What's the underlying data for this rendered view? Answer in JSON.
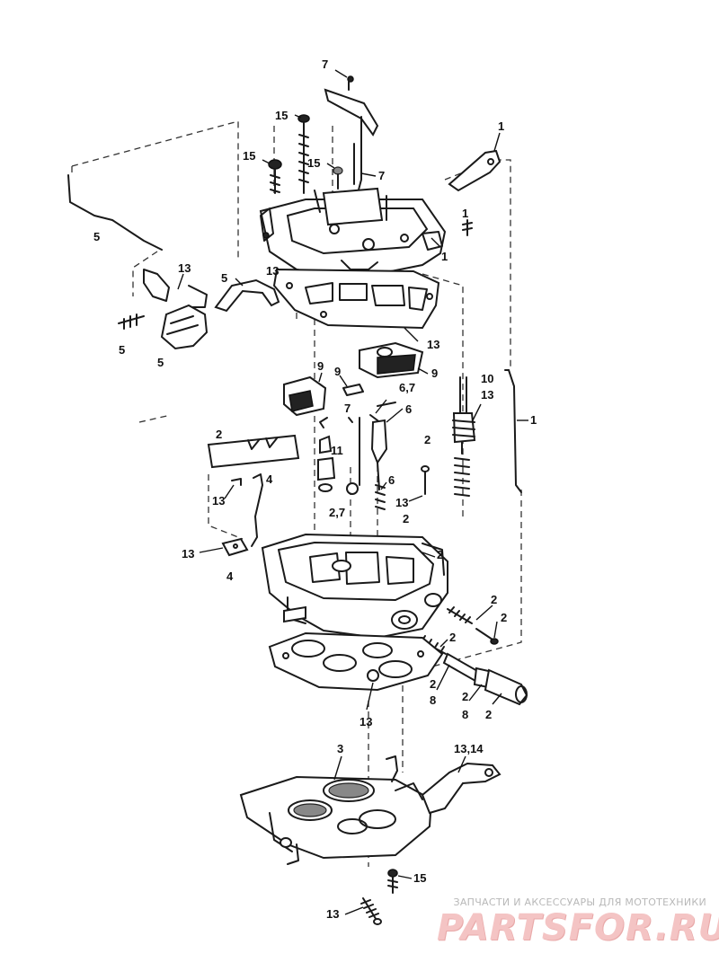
{
  "diagram": {
    "callouts": [
      {
        "id": "c7a",
        "text": "7"
      },
      {
        "id": "c15a",
        "text": "15"
      },
      {
        "id": "c1a",
        "text": "1"
      },
      {
        "id": "c15b",
        "text": "15"
      },
      {
        "id": "c15c",
        "text": "15"
      },
      {
        "id": "c7b",
        "text": "7"
      },
      {
        "id": "c1b",
        "text": "1"
      },
      {
        "id": "c1c",
        "text": "1"
      },
      {
        "id": "c5a",
        "text": "5"
      },
      {
        "id": "c13a",
        "text": "13"
      },
      {
        "id": "c13b",
        "text": "13"
      },
      {
        "id": "c5b",
        "text": "5"
      },
      {
        "id": "c5c",
        "text": "5"
      },
      {
        "id": "c5d",
        "text": "5"
      },
      {
        "id": "c13c",
        "text": "13"
      },
      {
        "id": "c9a",
        "text": "9"
      },
      {
        "id": "c9b",
        "text": "9"
      },
      {
        "id": "c9c",
        "text": "9"
      },
      {
        "id": "c67",
        "text": "6,7"
      },
      {
        "id": "c6a",
        "text": "6"
      },
      {
        "id": "c7c",
        "text": "7"
      },
      {
        "id": "c10",
        "text": "10"
      },
      {
        "id": "c13d",
        "text": "13"
      },
      {
        "id": "c1d",
        "text": "1"
      },
      {
        "id": "c2a",
        "text": "2"
      },
      {
        "id": "c11",
        "text": "11"
      },
      {
        "id": "c2b",
        "text": "2"
      },
      {
        "id": "c4a",
        "text": "4"
      },
      {
        "id": "c13e",
        "text": "13"
      },
      {
        "id": "c6b",
        "text": "6"
      },
      {
        "id": "c27",
        "text": "2,7"
      },
      {
        "id": "c13f",
        "text": "13"
      },
      {
        "id": "c2c",
        "text": "2"
      },
      {
        "id": "c13g",
        "text": "13"
      },
      {
        "id": "c4b",
        "text": "4"
      },
      {
        "id": "c2d",
        "text": "2"
      },
      {
        "id": "c2e",
        "text": "2"
      },
      {
        "id": "c2f",
        "text": "2"
      },
      {
        "id": "c2g",
        "text": "2"
      },
      {
        "id": "c2h",
        "text": "2"
      },
      {
        "id": "c8a",
        "text": "8"
      },
      {
        "id": "c2i",
        "text": "2"
      },
      {
        "id": "c8b",
        "text": "8"
      },
      {
        "id": "c2j",
        "text": "2"
      },
      {
        "id": "c13h",
        "text": "13"
      },
      {
        "id": "c3",
        "text": "3"
      },
      {
        "id": "c1314",
        "text": "13,14"
      },
      {
        "id": "c15d",
        "text": "15"
      },
      {
        "id": "c13i",
        "text": "13"
      }
    ]
  },
  "watermark": {
    "caption": "ЗАПЧАСТИ И АКСЕССУАРЫ ДЛЯ МОТОТЕХНИКИ",
    "logo": "PARTSFOR.RU"
  },
  "colors": {
    "ink": "#1a1a1a",
    "watermark": "#f4c4c4"
  }
}
